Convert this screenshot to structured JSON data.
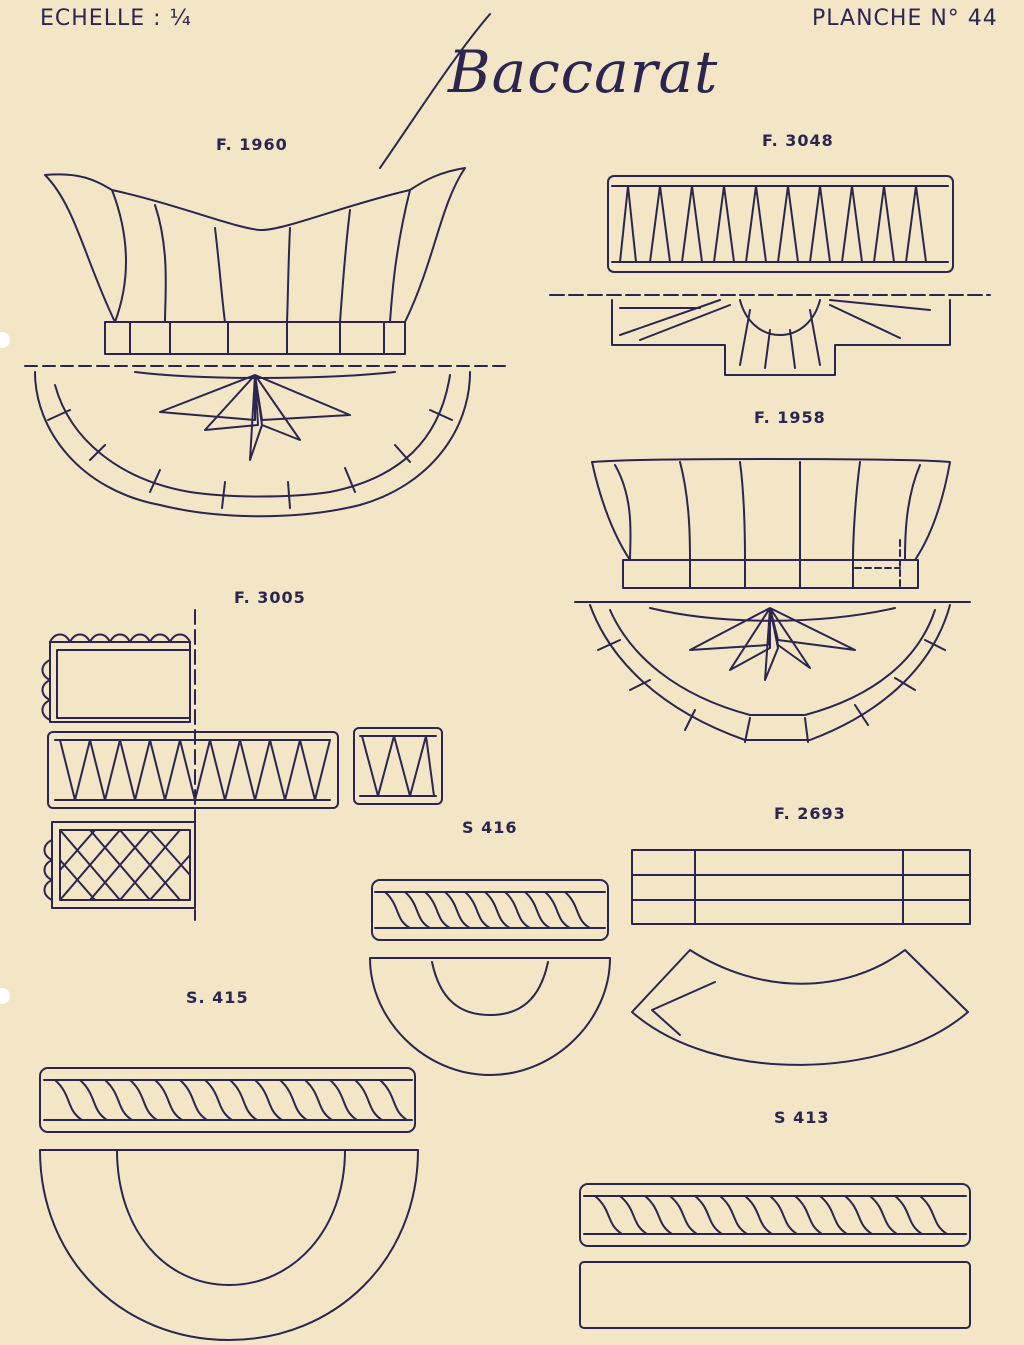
{
  "header": {
    "scale": "ECHELLE : ¼",
    "plate": "PLANCHE N° 44",
    "brand": "Baccarat"
  },
  "models": [
    {
      "code": "F. 1960"
    },
    {
      "code": "F. 3048"
    },
    {
      "code": "F. 1958"
    },
    {
      "code": "F. 3005"
    },
    {
      "code": "S 416"
    },
    {
      "code": "F. 2693"
    },
    {
      "code": "S. 415"
    },
    {
      "code": "S 413"
    }
  ],
  "colors": {
    "paper": "#f3e6c6",
    "ink": "#2b2550"
  }
}
